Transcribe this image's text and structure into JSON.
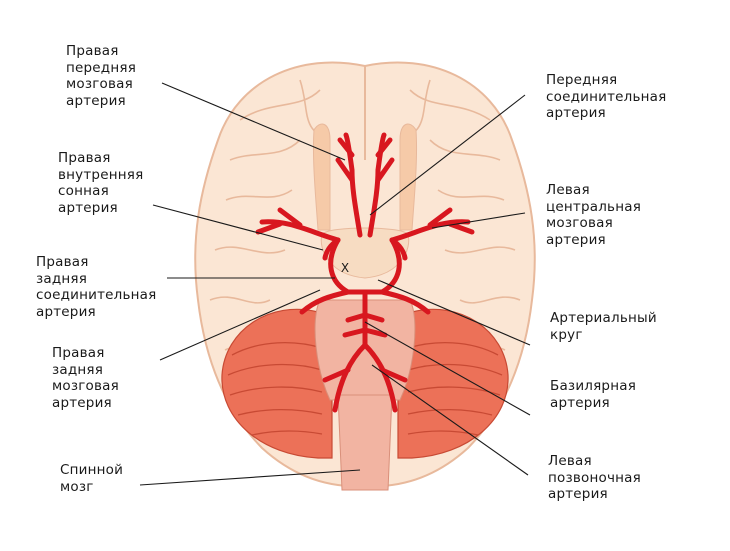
{
  "labels": {
    "right_anterior_cerebral": "Правая\nпередняя\nмозговая\nартерия",
    "right_internal_carotid": "Правая\nвнутренняя\nсонная\nартерия",
    "right_posterior_communicating": "Правая\nзадняя\nсоединительная\nартерия",
    "right_posterior_cerebral": "Правая\nзадняя\nмозговая\nартерия",
    "spinal_cord": "Спинной\nмозг",
    "anterior_communicating": "Передняя\nсоединительная\nартерия",
    "left_middle_cerebral": "Левая\nцентральная\nмозговая\nартерия",
    "arterial_circle": "Артериальный\nкруг",
    "basilar": "Базилярная\nартерия",
    "left_vertebral": "Левая\nпозвоночная\nартерия"
  },
  "chiasm_mark": "X",
  "colors": {
    "artery": "#d8171f",
    "cerebrum_fill": "#fbe6d4",
    "cerebrum_stroke": "#e8b99c",
    "cerebellum": "#ec7158",
    "cerebellum_line": "#c84a34",
    "brainstem": "#f2b4a2",
    "leader_line": "#1a1a1a"
  }
}
